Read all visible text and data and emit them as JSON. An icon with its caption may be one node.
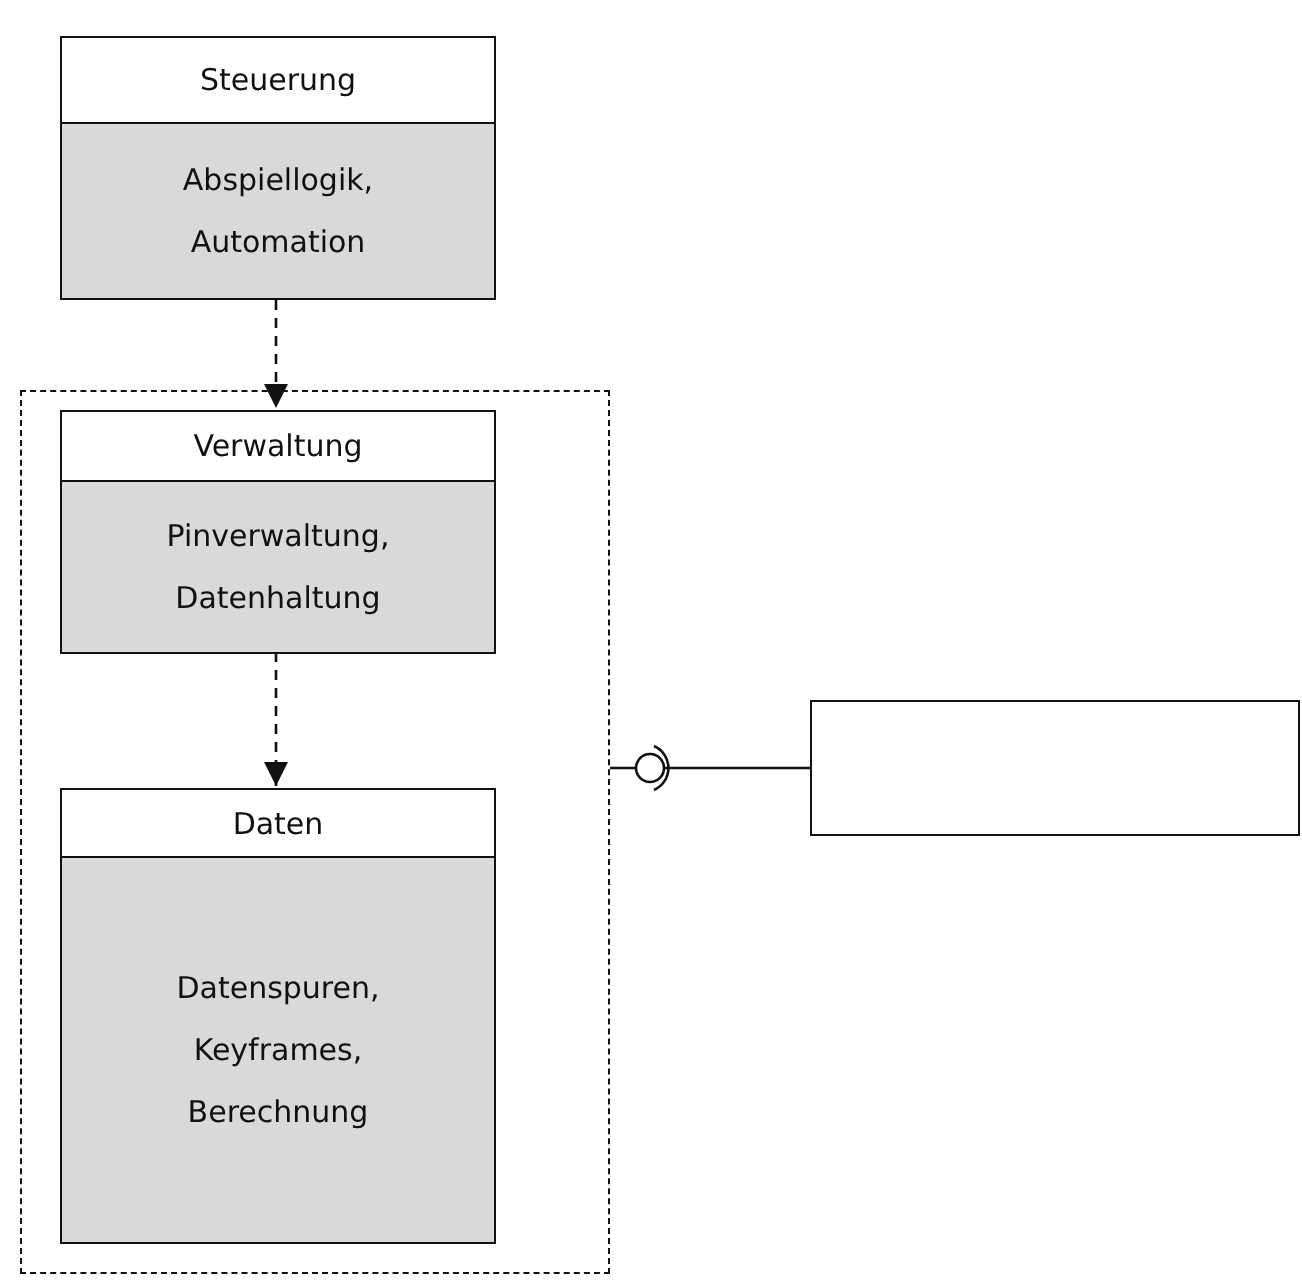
{
  "diagram": {
    "nodes": [
      {
        "text": [
          "Steuerung",
          "Abspiellogik, Automation"
        ]
      },
      {
        "text": [],
        "shape": "box"
      },
      {
        "text": [
          "Verwaltung",
          "Pinverwaltung, Datenhaltung"
        ],
        "in": 1
      },
      {
        "text": [
          "Daten",
          "Datenspuren, Keyframes, Berechnung"
        ],
        "in": 1
      },
      {
        "text": [],
        "shape": "box"
      }
    ],
    "edges": [
      {
        "from": 0,
        "to": 2,
        "arrow": "to",
        "style": "dashed"
      },
      {
        "from": 2,
        "to": 3,
        "arrow": "to",
        "style": "dashed"
      },
      {
        "from": 1,
        "to": 4,
        "arrow": "other"
      }
    ]
  }
}
